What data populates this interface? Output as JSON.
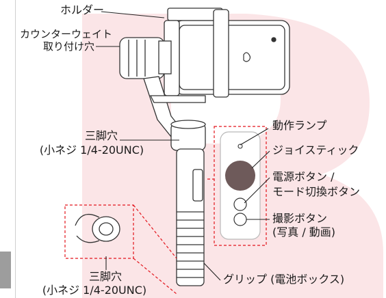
{
  "colors": {
    "watermark": "#fbe5e7",
    "callout_box": "#e3141c",
    "panel_border": "#b9b9b9",
    "joystick": "#6e5a5a",
    "leader_line": "#222222",
    "text": "#1a1a1a"
  },
  "labels": {
    "holder": "ホルダー",
    "counterweight_line1": "カウンターウェイト",
    "counterweight_line2": "取り付け穴",
    "tripod_top_line1": "三脚穴",
    "tripod_top_line2": "(小ネジ 1/4-20UNC)",
    "tripod_bottom_line1": "三脚穴",
    "tripod_bottom_line2": "(小ネジ 1/4-20UNC)",
    "action_lamp": "動作ランプ",
    "joystick": "ジョイスティック",
    "power_line1": "電源ボタン /",
    "power_line2": "モード切換ボタン",
    "shoot_line1": "撮影ボタン",
    "shoot_line2": "(写真 / 動画)",
    "grip": "グリップ (電池ボックス)"
  },
  "icons": {
    "watermark_letter": "watermark-letter",
    "phone_logo": "apple-logo-icon"
  }
}
